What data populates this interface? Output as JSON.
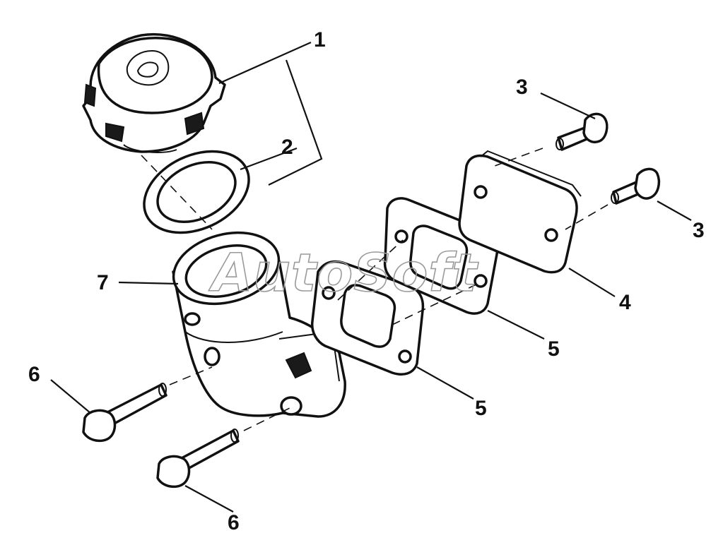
{
  "diagram": {
    "callouts": [
      "1",
      "2",
      "3",
      "3",
      "4",
      "5",
      "5",
      "6",
      "6",
      "7"
    ],
    "watermark": "AutoSoft"
  }
}
